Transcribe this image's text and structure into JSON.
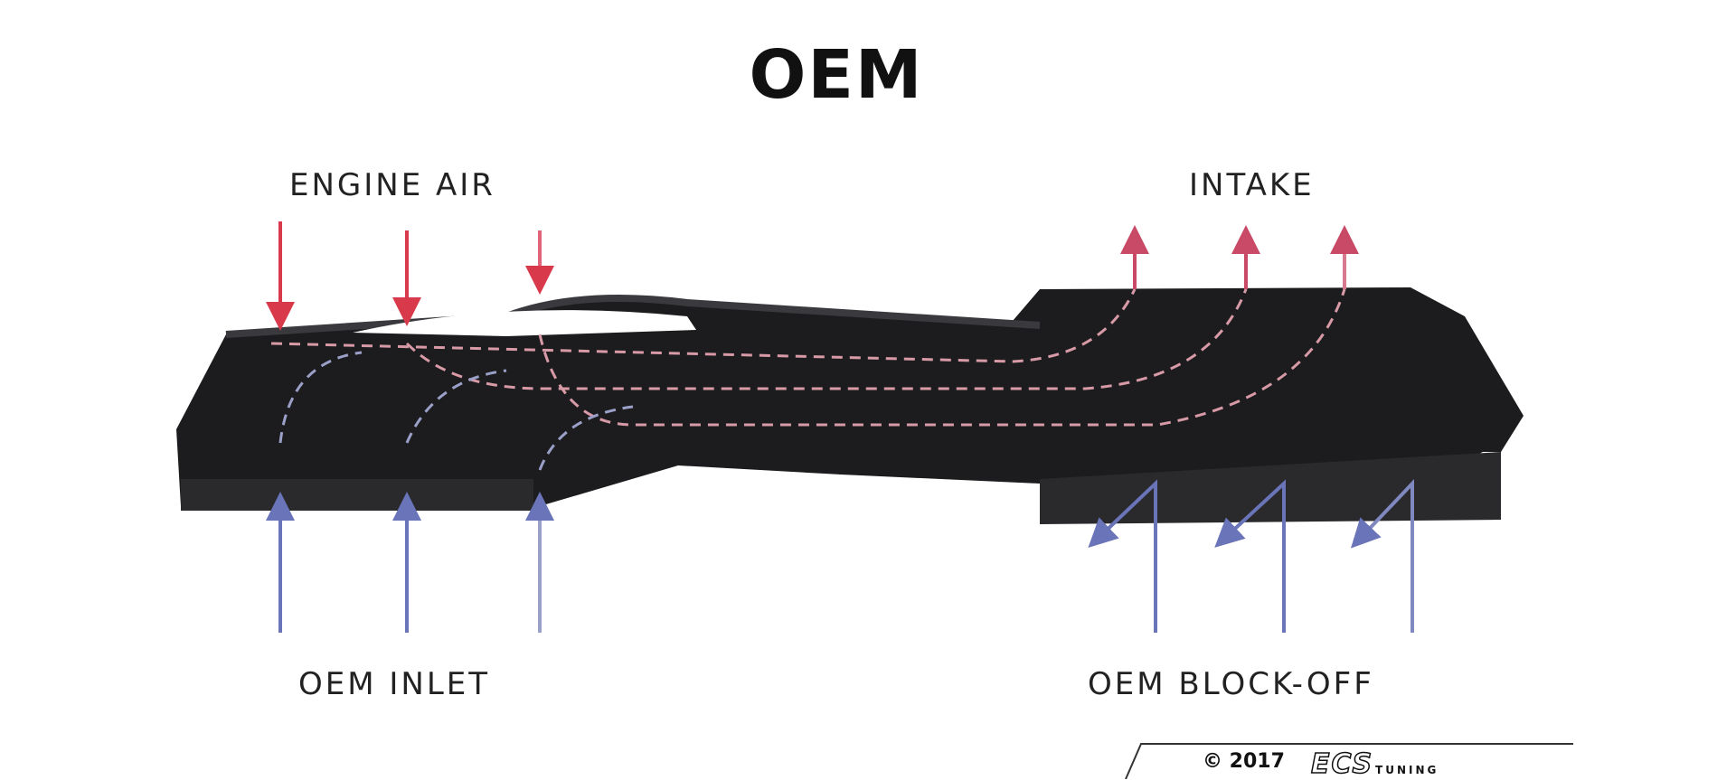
{
  "title": "OEM",
  "labels": {
    "engine_air": "ENGINE AIR",
    "intake": "INTAKE",
    "oem_inlet": "OEM INLET",
    "oem_block_off": "OEM BLOCK-OFF"
  },
  "footer": {
    "copyright": "© 2017",
    "logo_text": "ECS",
    "logo_sub": "TUNING"
  },
  "colors": {
    "engine_air_arrow": "#d83a4c",
    "intake_arrow": "#c84a66",
    "inlet_arrow": "#6a74b8",
    "part": "#1c1c1e"
  }
}
